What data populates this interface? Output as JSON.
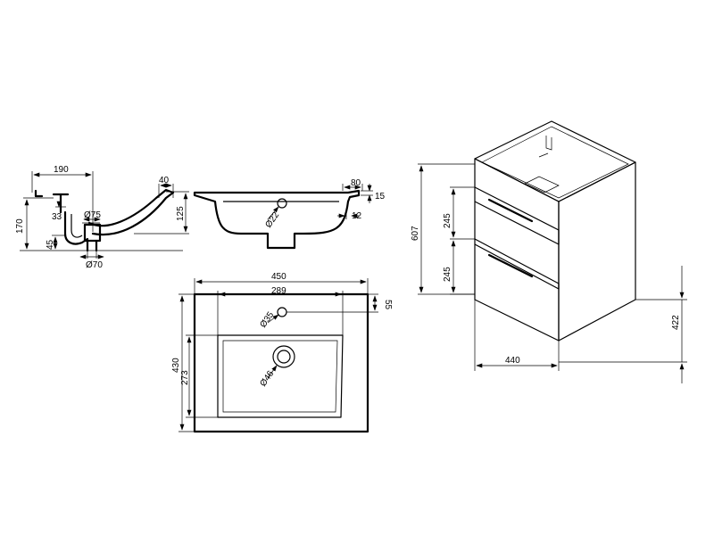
{
  "colors": {
    "line": "#000000",
    "background": "#ffffff"
  },
  "side_section": {
    "dims": {
      "width_190": "190",
      "lip_40": "40",
      "height_170": "170",
      "drain_33": "33",
      "siphon_diam_75": "Ø75",
      "depth_125": "125",
      "drain_45": "45",
      "outlet_diam_70": "Ø70"
    }
  },
  "front_section": {
    "dims": {
      "rim_80": "80",
      "rim_15": "15",
      "overflow_diam_22": "Ø22",
      "edge_12": "12"
    }
  },
  "top_view": {
    "dims": {
      "outer_width_450": "450",
      "bowl_width_289": "289",
      "tap_hole_diam_35": "Ø35",
      "tap_offset_55": "55",
      "outer_depth_430": "430",
      "bowl_depth_273": "273",
      "drain_diam_46": "Ø46"
    }
  },
  "cabinet": {
    "dims": {
      "total_height_607": "607",
      "drawer_upper_245": "245",
      "drawer_lower_245": "245",
      "leg_height_422": "422",
      "depth_440": "440"
    }
  }
}
